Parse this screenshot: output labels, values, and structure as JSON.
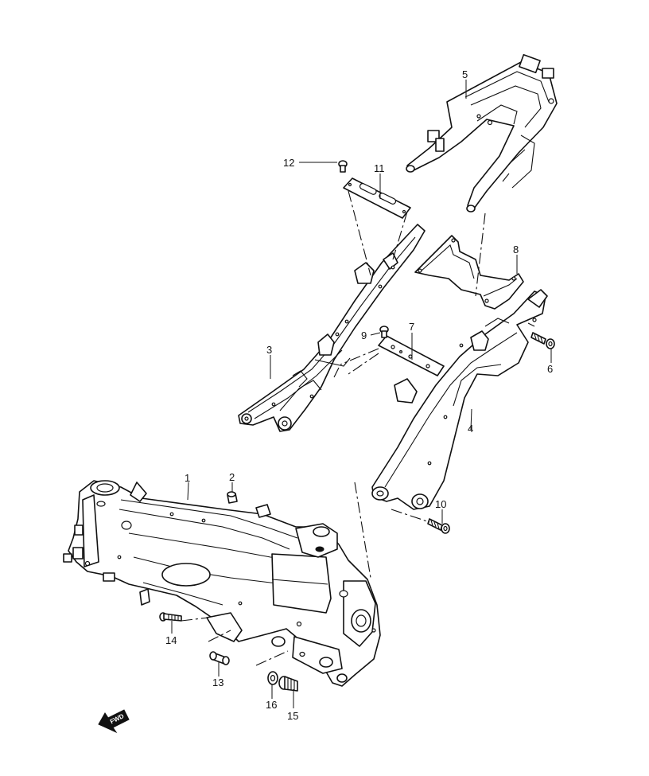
{
  "callouts": [
    {
      "id": "1",
      "label": "1"
    },
    {
      "id": "2",
      "label": "2"
    },
    {
      "id": "3",
      "label": "3"
    },
    {
      "id": "4",
      "label": "4"
    },
    {
      "id": "5",
      "label": "5"
    },
    {
      "id": "6",
      "label": "6"
    },
    {
      "id": "7",
      "label": "7"
    },
    {
      "id": "8",
      "label": "8"
    },
    {
      "id": "9",
      "label": "9"
    },
    {
      "id": "10",
      "label": "10"
    },
    {
      "id": "11",
      "label": "11"
    },
    {
      "id": "12",
      "label": "12"
    },
    {
      "id": "13",
      "label": "13"
    },
    {
      "id": "14",
      "label": "14"
    },
    {
      "id": "15",
      "label": "15"
    },
    {
      "id": "16",
      "label": "16"
    }
  ],
  "fwd_badge": {
    "label": "FWD"
  },
  "colors": {
    "ink": "#111111",
    "paper": "#ffffff"
  }
}
